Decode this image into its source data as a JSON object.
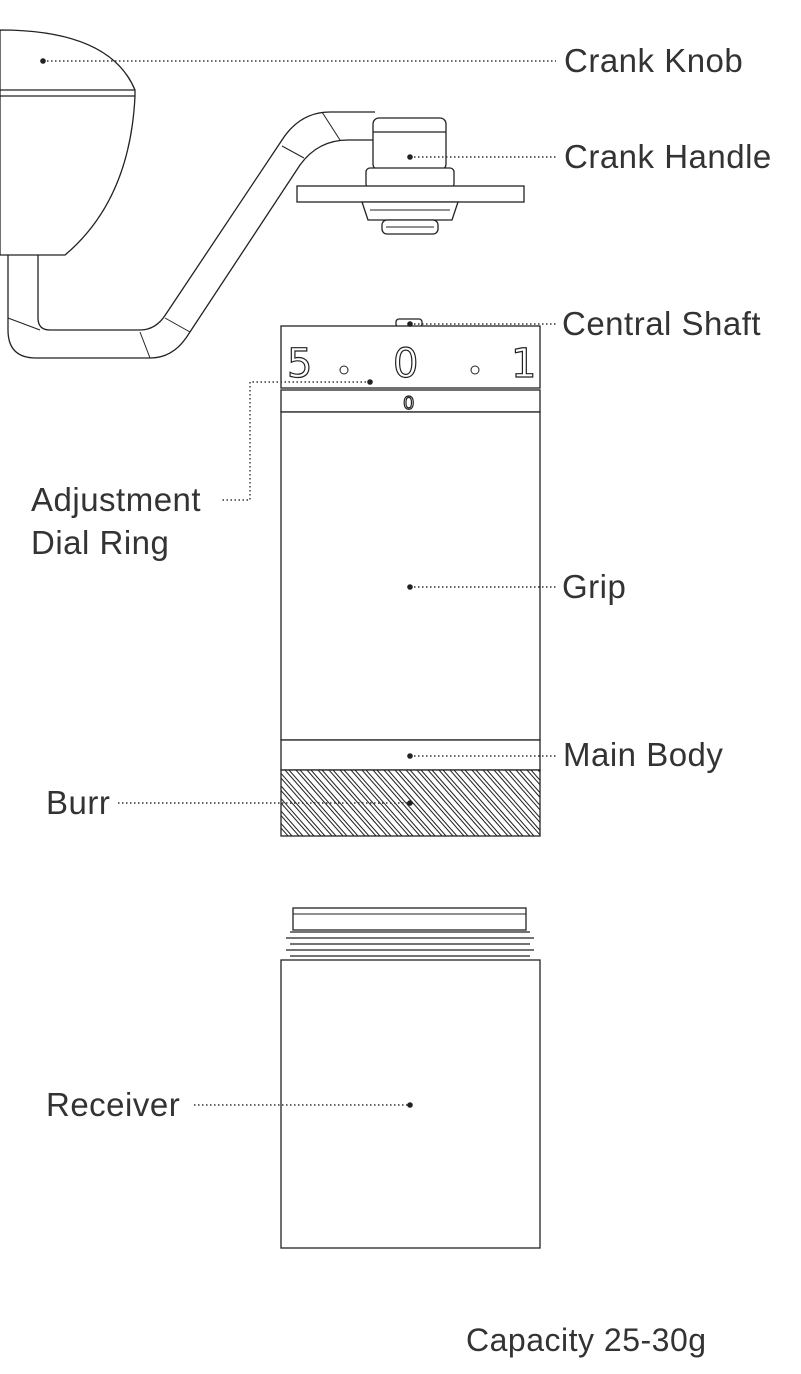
{
  "labels": {
    "crank_knob": "Crank Knob",
    "crank_handle": "Crank Handle",
    "central_shaft": "Central Shaft",
    "adjustment_dial_ring_line1": "Adjustment",
    "adjustment_dial_ring_line2": "Dial Ring",
    "grip": "Grip",
    "main_body": "Main Body",
    "burr": "Burr",
    "receiver": "Receiver"
  },
  "dial_markings": [
    "5",
    "0",
    "1",
    "0"
  ],
  "capacity": "Capacity 25-30g",
  "colors": {
    "line": "#222222",
    "text": "#333333",
    "background": "#ffffff"
  }
}
